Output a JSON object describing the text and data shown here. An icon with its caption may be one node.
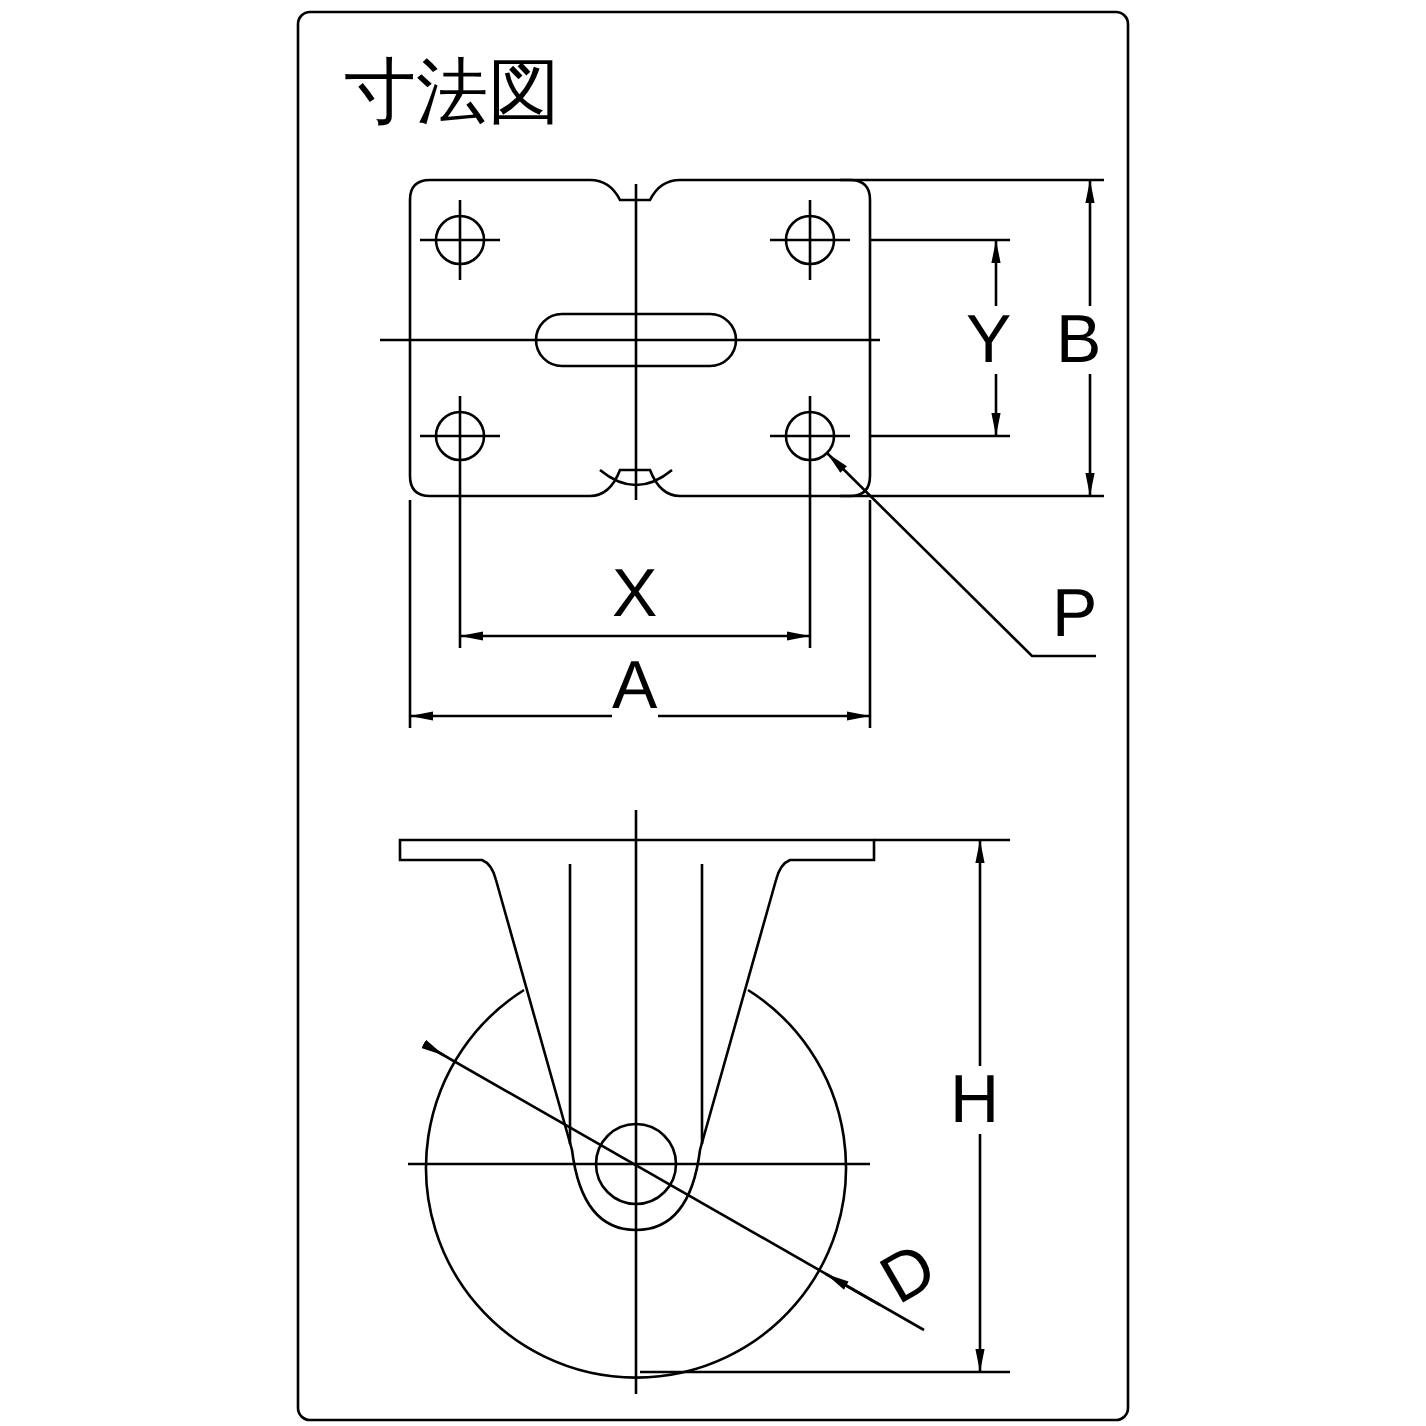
{
  "diagram": {
    "title": "寸法図",
    "nodes": [
      {
        "text": [
          "P"
        ]
      },
      {
        "text": [],
        "shape": "circle"
      }
    ],
    "edges": [
      {
        "from": 0,
        "to": 1,
        "arrow": "to"
      }
    ],
    "labels": [
      "Y",
      "B",
      "X",
      "A",
      "H",
      "D"
    ]
  }
}
